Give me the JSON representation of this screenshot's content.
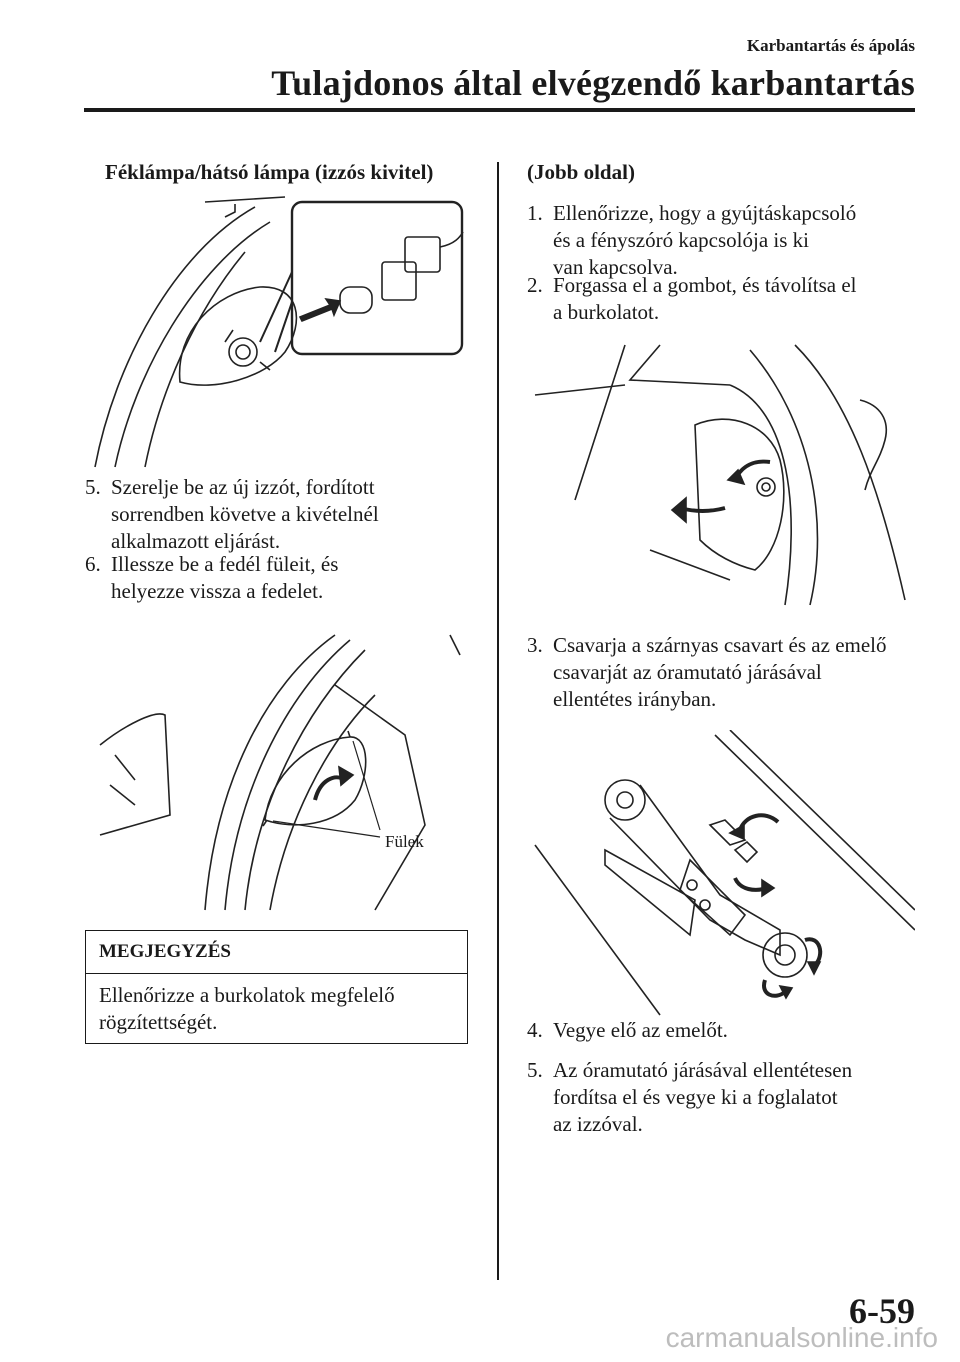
{
  "header": {
    "section": "Karbantartás és ápolás",
    "title": "Tulajdonos által elvégzendő karbantartás"
  },
  "left": {
    "subheading": "Féklámpa/hátsó lámpa (izzós kivitel)",
    "steps": [
      {
        "num": "5.",
        "text": "Szerelje be az új izzót, fordított\nsorrendben követve a kivételnél\nalkalmazott eljárást."
      },
      {
        "num": "6.",
        "text": "Illessze be a fedél füleit, és\nhelyezze vissza a fedelet."
      }
    ],
    "figure_label": "Fülek",
    "note": {
      "heading": "MEGJEGYZÉS",
      "text": "Ellenőrizze a burkolatok megfelelő\nrögzítettségét."
    }
  },
  "right": {
    "subheading": "(Jobb oldal)",
    "steps": [
      {
        "num": "1.",
        "text": "Ellenőrizze, hogy a gyújtáskapcsoló\nés a fényszóró kapcsolója is ki\nvan kapcsolva."
      },
      {
        "num": "2.",
        "text": "Forgassa el a gombot, és távolítsa el\na burkolatot."
      },
      {
        "num": "3.",
        "text": "Csavarja a szárnyas csavart és az emelő\ncsavarját az óramutató járásával\nellentétes irányban."
      },
      {
        "num": "4.",
        "text": "Vegye elő az emelőt."
      },
      {
        "num": "5.",
        "text": "Az óramutató járásával ellentétesen\nfordítsa el és vegye ki a foglalatot\naz izzóval."
      }
    ]
  },
  "footer": {
    "page_number": "6-59",
    "watermark": "carmanualsonline.info"
  }
}
